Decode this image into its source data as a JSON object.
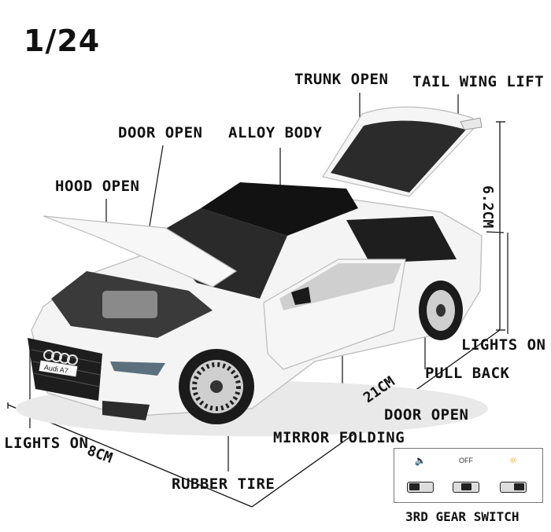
{
  "scale": "1/24",
  "labels": {
    "trunk_open": "TRUNK OPEN",
    "tail_wing_lift": "TAIL WING LIFT",
    "door_open_top": "DOOR OPEN",
    "alloy_body": "ALLOY BODY",
    "hood_open": "HOOD OPEN",
    "lights_on_right": "LIGHTS ON",
    "pull_back": "PULL BACK",
    "door_open_bottom": "DOOR OPEN",
    "mirror_folding": "MIRROR FOLDING",
    "lights_on_left": "LIGHTS ON",
    "rubber_tire": "RUBBER TIRE"
  },
  "dimensions": {
    "height": "6.2CM",
    "length": "21CM",
    "width": "8CM"
  },
  "car": {
    "plate": "Audi A7",
    "body_color": "#f4f4f4",
    "roof_color": "#111111"
  },
  "gear_switch": {
    "title": "3RD GEAR SWITCH",
    "options": [
      {
        "icon": "speaker-icon",
        "text": ""
      },
      {
        "icon": "off-label",
        "text": "OFF"
      },
      {
        "icon": "bulb-icon",
        "text": ""
      }
    ]
  }
}
